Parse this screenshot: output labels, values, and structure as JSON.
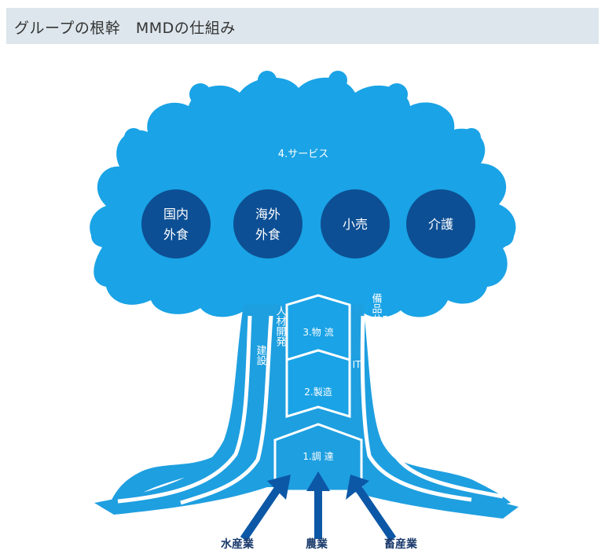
{
  "header": {
    "title": "グループの根幹　MMDの仕組み"
  },
  "tree": {
    "service_label": "4.サービス",
    "services": [
      {
        "lines": [
          "国内",
          "外食"
        ]
      },
      {
        "lines": [
          "海外",
          "外食"
        ]
      },
      {
        "lines": [
          "小売"
        ]
      },
      {
        "lines": [
          "介護"
        ]
      }
    ],
    "stages": {
      "logistics": "3.物 流",
      "manufacturing": "2.製造",
      "procurement": "1.調 達"
    },
    "supports": {
      "construction": "建設",
      "hr": "人材開発",
      "it": "IT",
      "equipment": "備品サポート"
    },
    "sources": [
      "水産業",
      "農業",
      "畜産業"
    ]
  },
  "colors": {
    "canopy": "#1aa3e6",
    "trunk": "#1e9fe0",
    "circle": "#0d4f94",
    "arrow": "#0c58a6",
    "source_text": "#1a3a6b"
  }
}
